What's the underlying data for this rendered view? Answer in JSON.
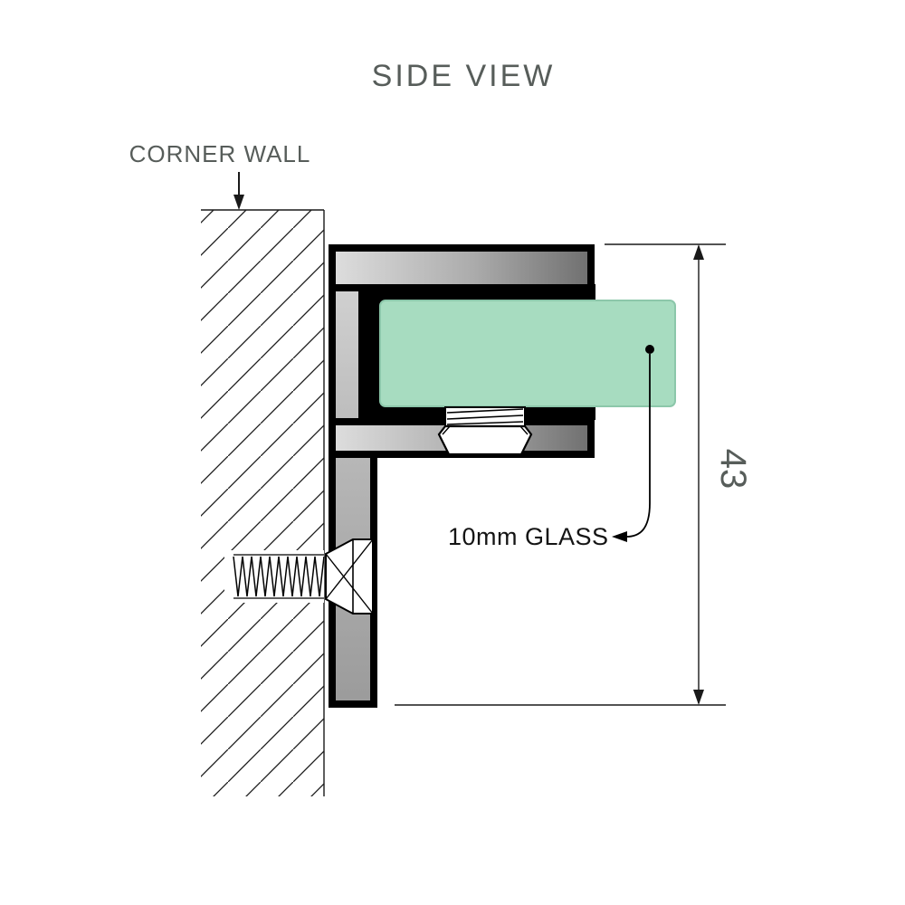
{
  "diagram": {
    "title": "SIDE VIEW",
    "wall_label": "CORNER WALL",
    "glass_label": "10mm GLASS",
    "dimension_value": "43"
  },
  "colors": {
    "label_gray": "#575d5a",
    "glass_green": "#a7dcc0",
    "glass_edge": "#8cc7aa",
    "metal_light": "#d8d8d8",
    "metal_dark": "#6f6f6f",
    "outline_black": "#000000"
  }
}
